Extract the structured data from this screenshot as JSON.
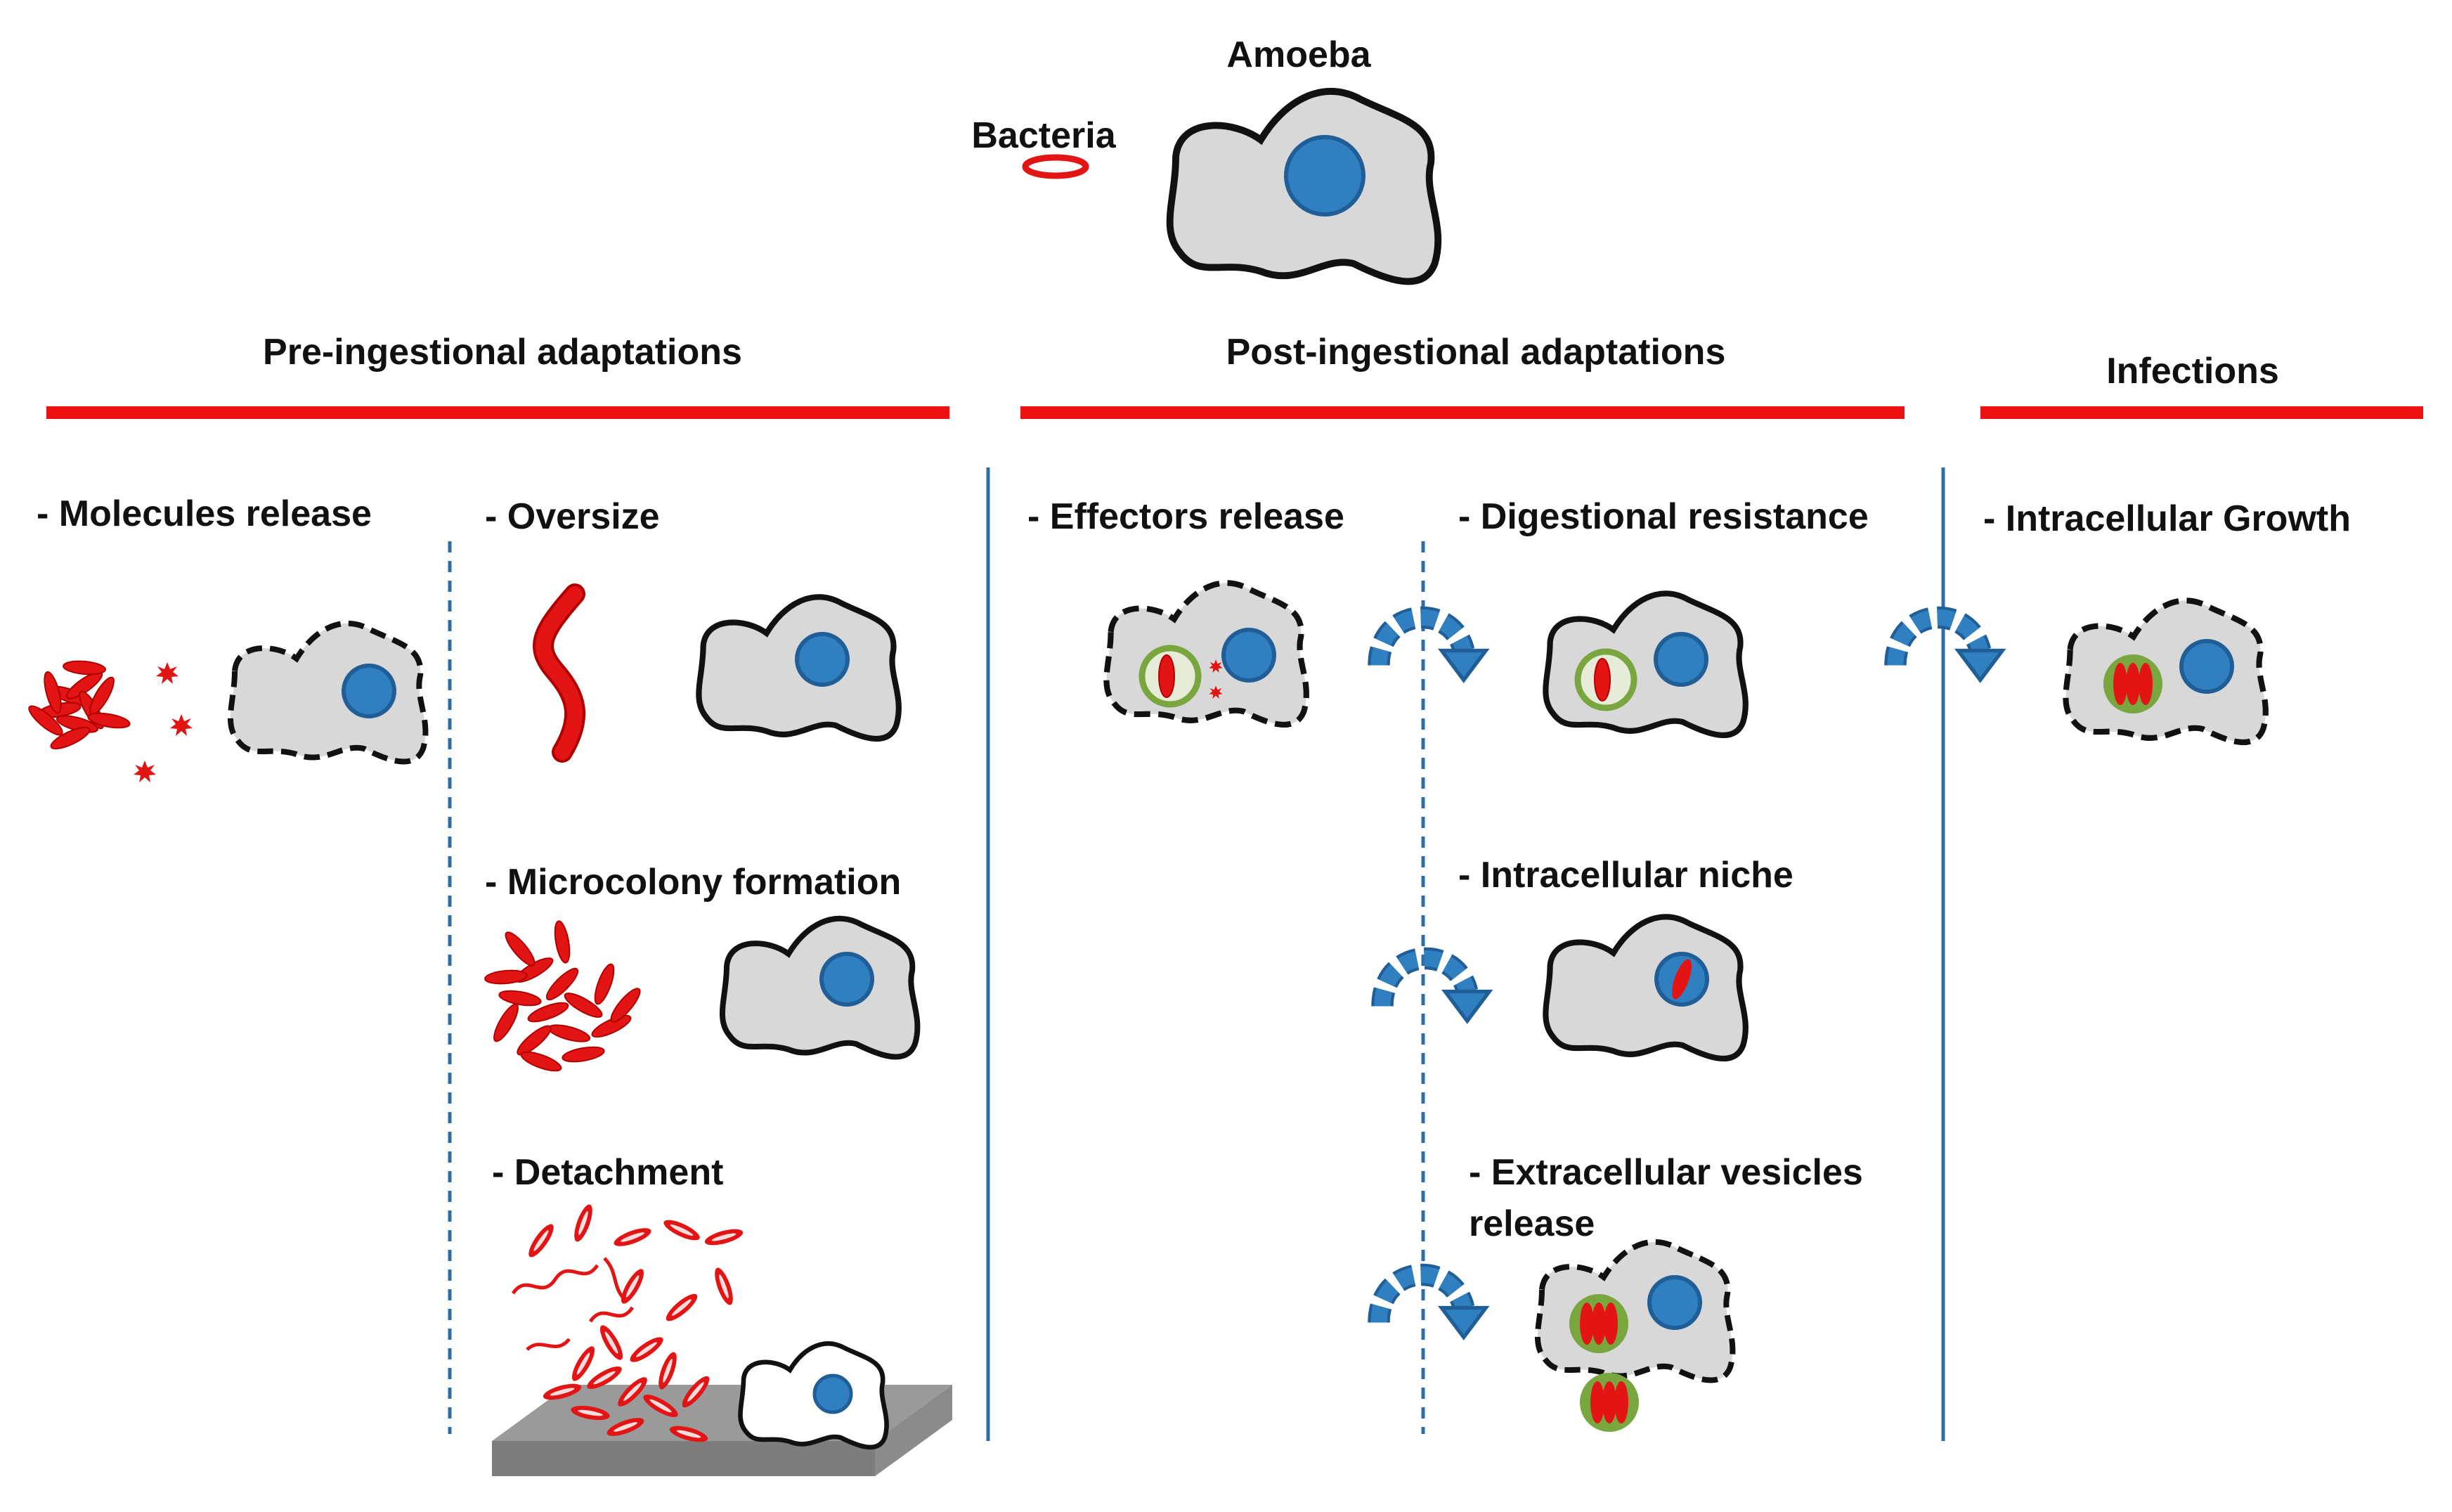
{
  "colors": {
    "header_bar": "#ee1111",
    "bacteria": "#e31414",
    "amoeba_fill": "#d8d8d8",
    "amoeba_outline": "#111111",
    "nucleus": "#2f7fc1",
    "nucleus_outline": "#1f5e96",
    "divider": "#2e6ea8",
    "vacuole": "#7aa640",
    "arrow": "#2f7fc1",
    "surface": "#a0a0a0"
  },
  "legend": {
    "amoeba": "Amoeba",
    "bacteria": "Bacteria"
  },
  "sections": {
    "pre": "Pre-ingestional adaptations",
    "post": "Post-ingestional adaptations",
    "infections": "Infections"
  },
  "items": {
    "molecules_release": "- Molecules release",
    "oversize": "- Oversize",
    "microcolony": "- Microcolony formation",
    "detachment": "- Detachment",
    "effectors_release": "- Effectors release",
    "digestional_resistance": "- Digestional resistance",
    "intracellular_niche": "- Intracellular niche",
    "ev_release_line1": "- Extracellular vesicles",
    "ev_release_line2": "release",
    "intracellular_growth": "- Intracellular Growth"
  },
  "icons": {
    "amoeba": "amoeba-cell-icon",
    "bacterium": "bacterium-icon",
    "molecule": "secreted-molecule-icon",
    "cycle_arrow": "curved-arrow-icon",
    "vacuole": "vacuole-icon",
    "surface": "substrate-surface-icon"
  }
}
